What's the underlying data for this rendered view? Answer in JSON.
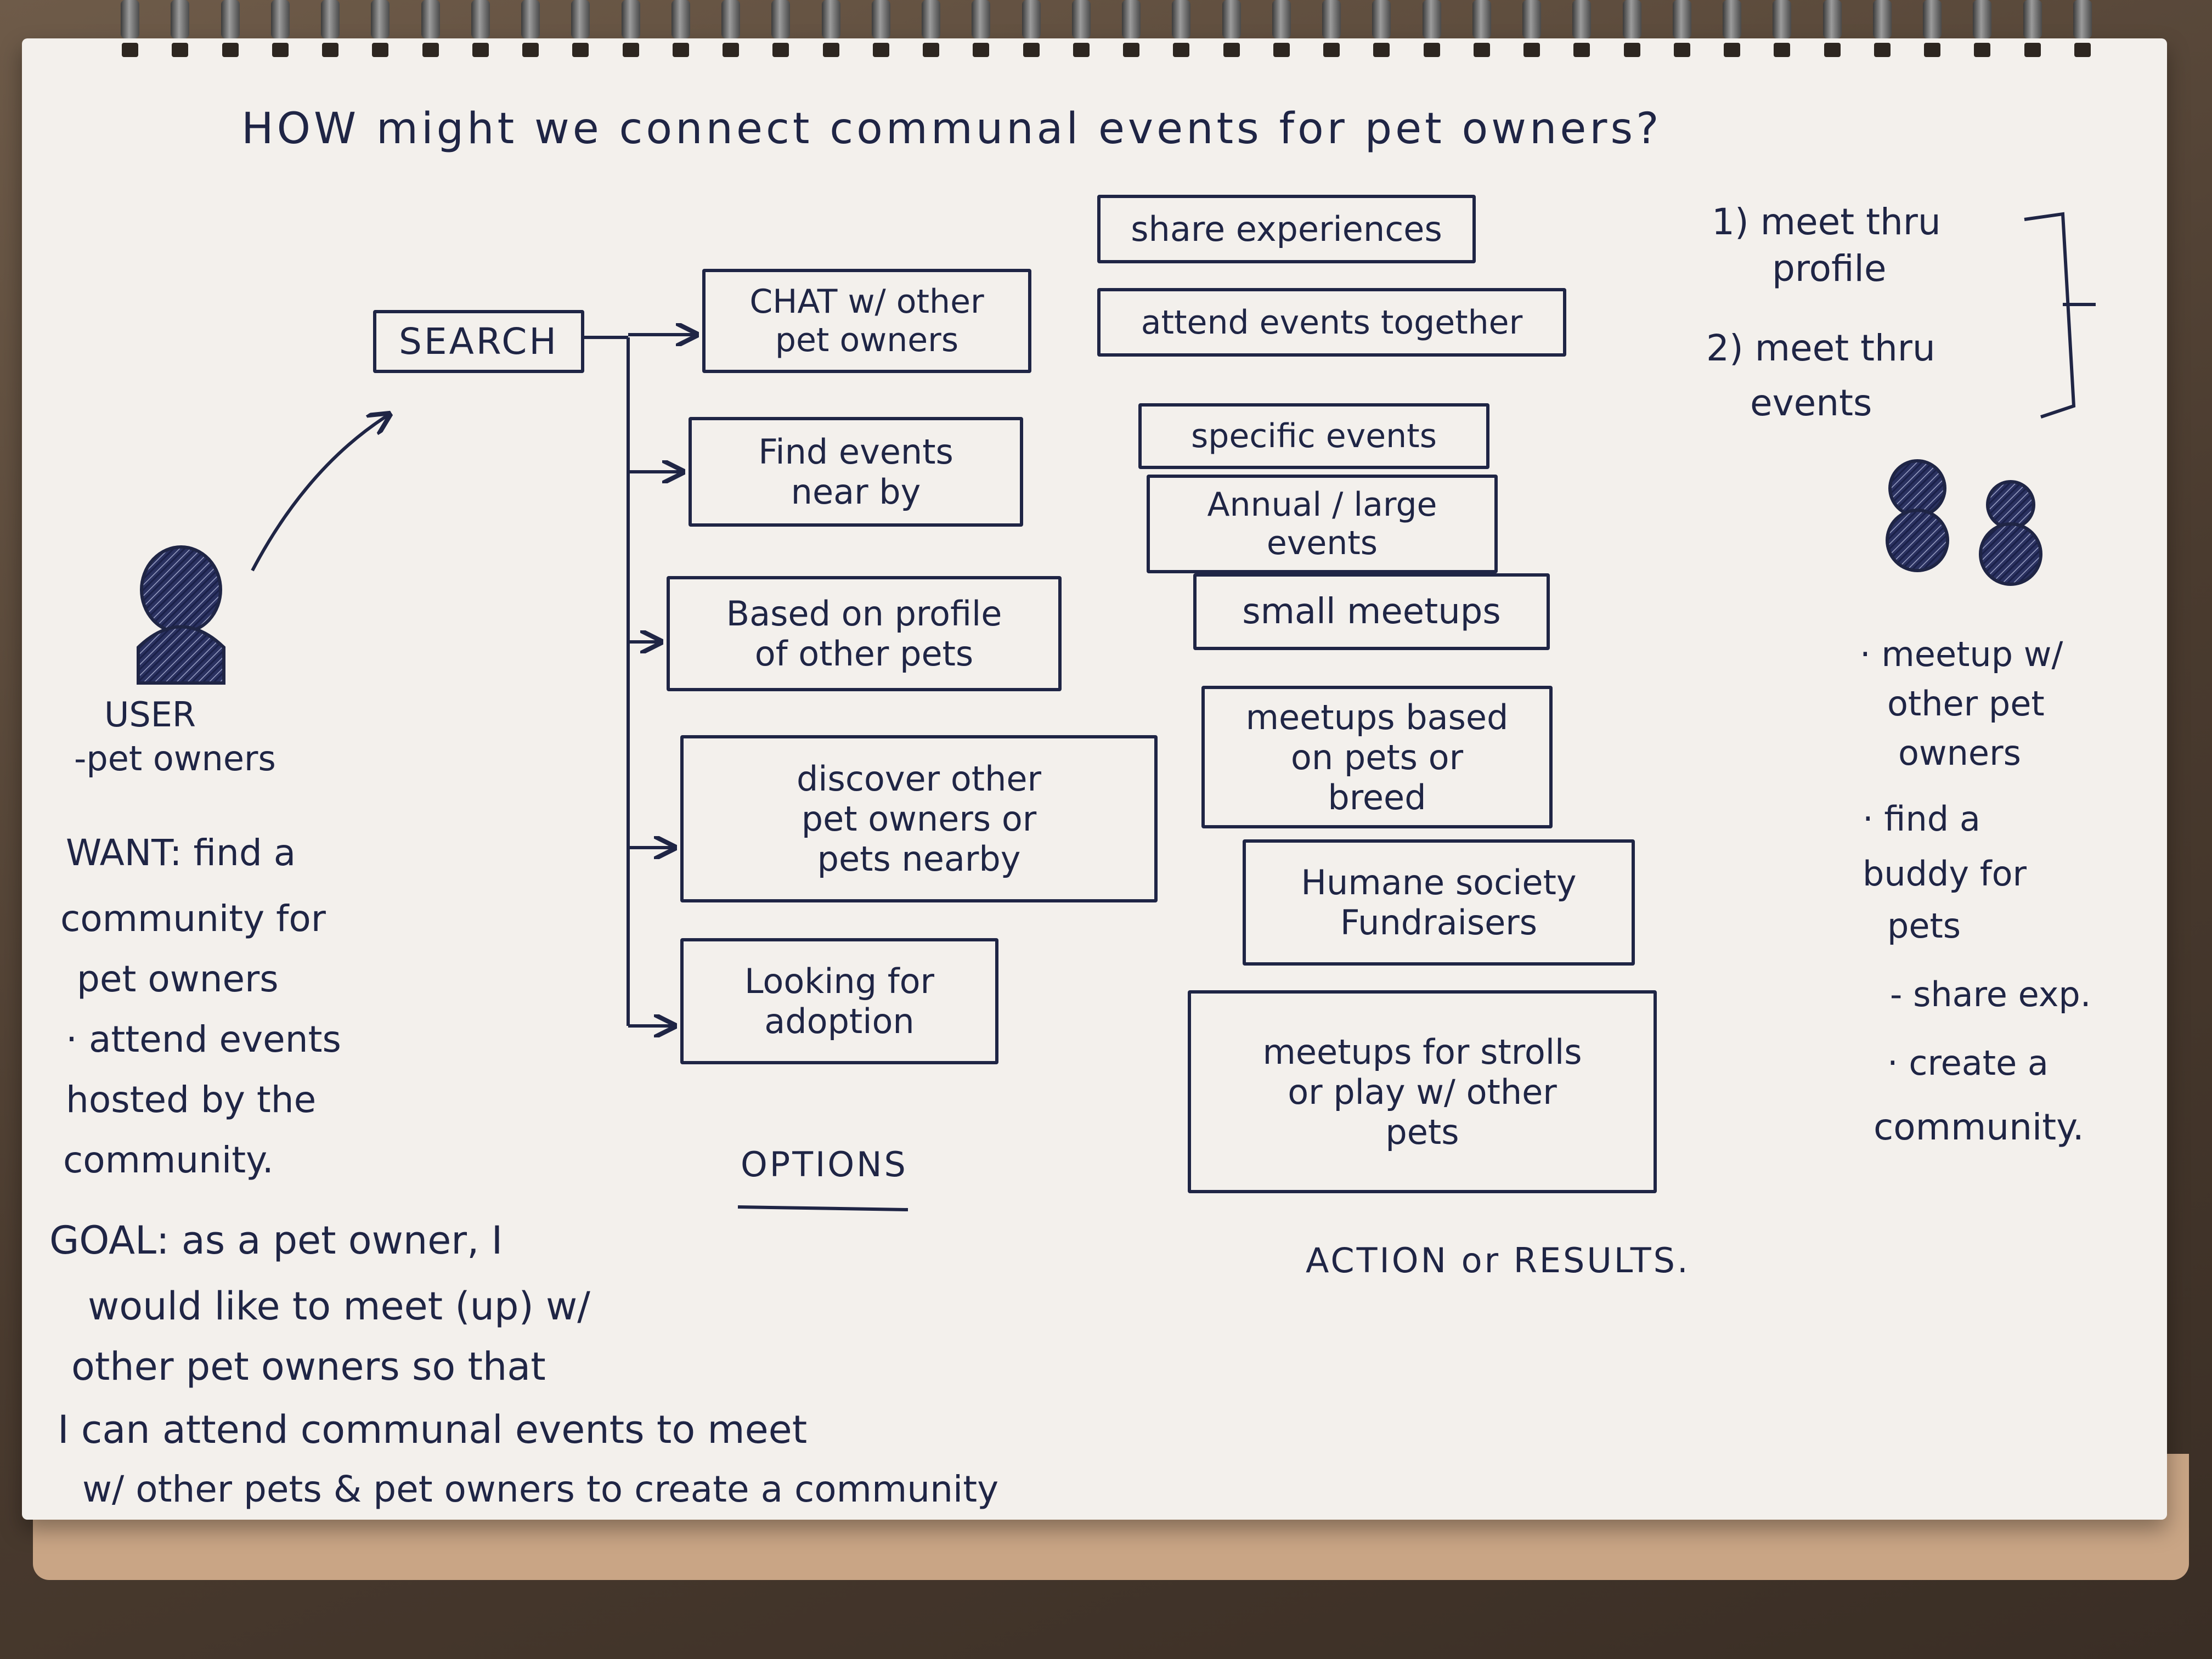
{
  "colors": {
    "ink": "#1f2545",
    "paper": "#f3f0ec",
    "desk": "#5a4a3c"
  },
  "title": "HOW might we connect communal events for pet owners?",
  "search_label": "SEARCH",
  "user": {
    "icon": "person-icon",
    "label": "USER",
    "sub": "-pet owners",
    "want_lines": [
      "WANT: find a",
      "community for",
      "pet owners",
      "· attend events",
      "hosted by the",
      "community."
    ]
  },
  "goal_lines": [
    "GOAL: as a pet owner, I",
    "would like to meet (up) w/",
    "other pet owners so that",
    "I can attend communal events to meet",
    "w/ other pets & pet owners to create a community"
  ],
  "options": {
    "heading": "OPTIONS",
    "items": [
      {
        "lines": [
          "CHAT w/ other",
          "pet owners"
        ]
      },
      {
        "lines": [
          "Find events",
          "near by"
        ]
      },
      {
        "lines": [
          "Based on profile",
          "of other pets"
        ]
      },
      {
        "lines": [
          "discover other",
          "pet owners or",
          "pets nearby"
        ]
      },
      {
        "lines": [
          "Looking for",
          "adoption"
        ]
      }
    ]
  },
  "results": {
    "heading": "ACTION or RESULTS.",
    "items": [
      {
        "lines": [
          "share experiences"
        ]
      },
      {
        "lines": [
          "attend events together"
        ]
      },
      {
        "lines": [
          "specific events"
        ]
      },
      {
        "lines": [
          "Annual / large",
          "events"
        ]
      },
      {
        "lines": [
          "small meetups"
        ]
      },
      {
        "lines": [
          "meetups based",
          "on pets or",
          "breed"
        ]
      },
      {
        "lines": [
          "Humane society",
          "Fundraisers"
        ]
      },
      {
        "lines": [
          "meetups for strolls",
          "or play w/ other",
          "pets"
        ]
      }
    ]
  },
  "right_notes": {
    "methods": [
      "1) meet thru",
      "profile",
      "2) meet thru",
      "events"
    ],
    "icon": "pets-icon",
    "bullets": [
      "· meetup w/",
      "other pet",
      "owners",
      "· find a",
      "buddy for",
      "pets",
      "- share exp.",
      "· create a",
      "community."
    ]
  }
}
